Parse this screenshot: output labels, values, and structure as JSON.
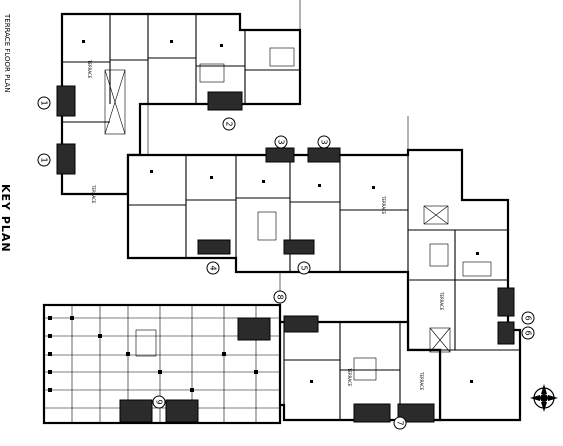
{
  "titles": {
    "key_plan": "KEY PLAN",
    "terrace_floor_plan": "TERRACE FLOOR PLAN"
  },
  "room_label": "TERRACE",
  "stair_tags": [
    "1",
    "1",
    "2",
    "3",
    "3",
    "4",
    "5",
    "6",
    "6",
    "7",
    "8",
    "9"
  ],
  "compass": "north-arrow-icon"
}
